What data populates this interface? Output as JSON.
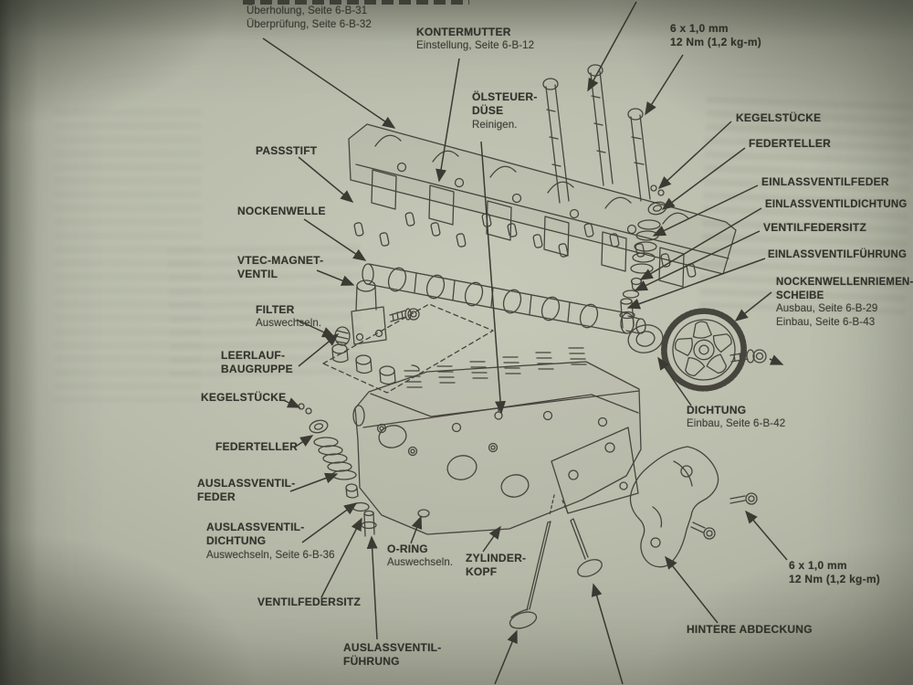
{
  "labels": {
    "ueberholung_line1": "Überholung, Seite 6-B-31",
    "ueberholung_line2": "Überprüfung, Seite 6-B-32",
    "kontermutter_title": "KONTERMUTTER",
    "kontermutter_sub": "Einstellung, Seite 6-B-12",
    "bolt_spec_line1": "6 x 1,0 mm",
    "bolt_spec_line2": "12 Nm (1,2 kg-m)",
    "oelsteuer_line1": "ÖLSTEUER-",
    "oelsteuer_line2": "DÜSE",
    "oelsteuer_sub": "Reinigen.",
    "kegelstuecke_r": "KEGELSTÜCKE",
    "federteller_r": "FEDERTELLER",
    "einlassventilfeder": "EINLASSVENTILFEDER",
    "einlassventildichtung": "EINLASSVENTILDICHTUNG",
    "ventilfedersitz_r": "VENTILFEDERSITZ",
    "einlassventilfuehrung": "EINLASSVENTILFÜHRUNG",
    "riemenscheibe_line1": "NOCKENWELLENRIEMEN-",
    "riemenscheibe_line2": "SCHEIBE",
    "riemenscheibe_sub1": "Ausbau, Seite 6-B-29",
    "riemenscheibe_sub2": "Einbau, Seite 6-B-43",
    "passstift": "PASSSTIFT",
    "nockenwelle": "NOCKENWELLE",
    "vtec_line1": "VTEC-MAGNET-",
    "vtec_line2": "VENTIL",
    "filter_title": "FILTER",
    "filter_sub": "Auswechseln.",
    "leerlauf_line1": "LEERLAUF-",
    "leerlauf_line2": "BAUGRUPPE",
    "kegelstuecke_l": "KEGELSTÜCKE",
    "federteller_l": "FEDERTELLER",
    "auslassfeder_line1": "AUSLASSVENTIL-",
    "auslassfeder_line2": "FEDER",
    "auslassdichtung_line1": "AUSLASSVENTIL-",
    "auslassdichtung_line2": "DICHTUNG",
    "auslassdichtung_sub": "Auswechseln, Seite 6-B-36",
    "ventilfedersitz_l": "VENTILFEDERSITZ",
    "auslassfuehrung_line1": "AUSLASSVENTIL-",
    "auslassfuehrung_line2": "FÜHRUNG",
    "oring_title": "O-RING",
    "oring_sub": "Auswechseln.",
    "zylinderkopf_line1": "ZYLINDER-",
    "zylinderkopf_line2": "KOPF",
    "dichtung_title": "DICHTUNG",
    "dichtung_sub": "Einbau, Seite 6-B-42",
    "bolt_spec2_line1": "6 x 1,0 mm",
    "bolt_spec2_line2": "12 Nm (1,2 kg-m)",
    "hintere_abdeckung": "HINTERE ABDECKUNG"
  },
  "colors": {
    "paper": "#b9bcab",
    "ink": "#3b3a33",
    "edge_shadow": "#55584a"
  }
}
